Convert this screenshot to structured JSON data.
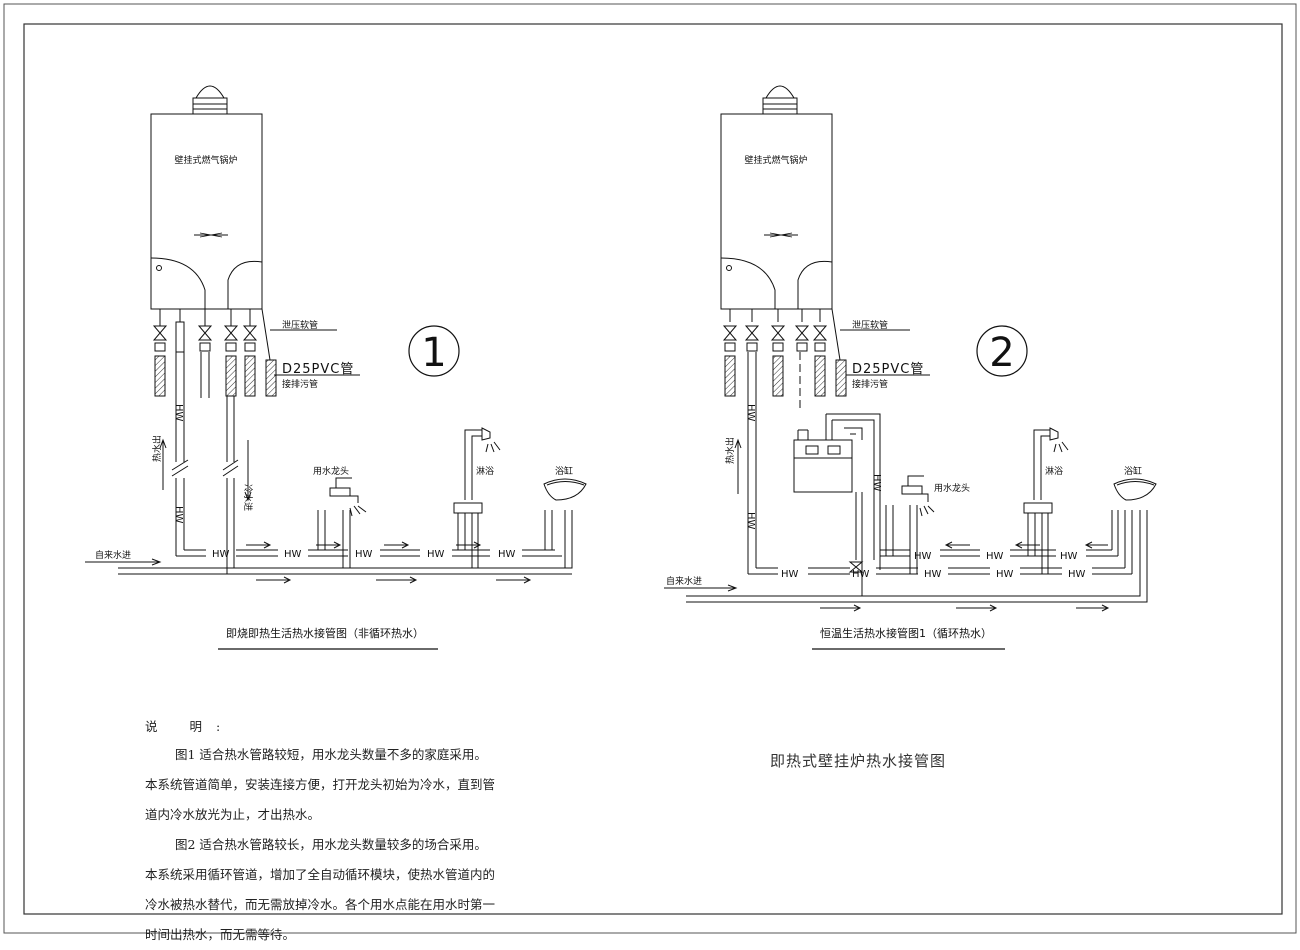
{
  "boiler_label": "壁挂式燃气锅炉",
  "tags": {
    "pressure_relief_hose": "泄压软管",
    "pvc_pipe": "D25PVC管",
    "drain_pipe": "接排污管",
    "faucet": "用水龙头",
    "shower": "淋浴",
    "bathtub": "浴缸",
    "tap_water_in": "自来水进",
    "hot_water_out": "热水出",
    "cold_water_in": "冷水进",
    "hw": "HW"
  },
  "diagram1": {
    "number": "1",
    "caption": "即烧即热生活热水接管图（非循环热水）"
  },
  "diagram2": {
    "number": "2",
    "caption": "恒温生活热水接管图1（循环热水）"
  },
  "notes": {
    "heading": "说  明:",
    "para1": "图1 适合热水管路较短，用水龙头数量不多的家庭采用。本系统管道简单，安装连接方便，打开龙头初始为冷水，直到管道内冷水放光为止，才出热水。",
    "para2": "图2 适合热水管路较长，用水龙头数量较多的场合采用。本系统采用循环管道，增加了全自动循环模块，使热水管道内的冷水被热水替代，而无需放掉冷水。各个用水点能在用水时第一时间出热水，而无需等待。"
  },
  "main_title": "即热式壁挂炉热水接管图"
}
